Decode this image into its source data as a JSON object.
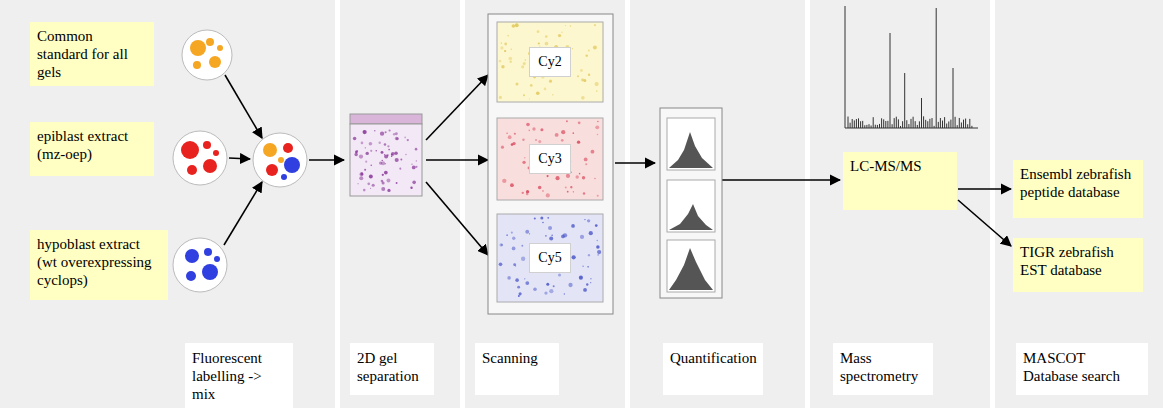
{
  "diagram": {
    "nodes": [
      {
        "text": [
          "Common standard for all gels"
        ]
      },
      {
        "text": [
          "epiblast extract (mz-oep)"
        ]
      },
      {
        "text": [
          "hypoblast extract (wt overexpressing cyclops)"
        ]
      },
      {
        "text": [
          "Cy2"
        ]
      },
      {
        "text": [
          "Cy3"
        ]
      },
      {
        "text": [
          "Cy5"
        ]
      },
      {
        "text": [
          "LC-MS/MS"
        ]
      },
      {
        "text": [
          "Ensembl zebrafish peptide database"
        ]
      },
      {
        "text": [
          "TIGR zebrafish EST database"
        ]
      },
      {
        "text": [
          "Fluorescent labelling -> mix"
        ]
      },
      {
        "text": [
          "2D gel separation"
        ]
      },
      {
        "text": [
          "Scanning"
        ]
      },
      {
        "text": [
          "Quantification"
        ]
      },
      {
        "text": [
          "Mass spectrometry"
        ]
      },
      {
        "text": [
          "MASCOT Database search"
        ]
      }
    ],
    "edges": [
      {
        "from": 6,
        "to": 7,
        "arrow": "to"
      },
      {
        "from": 6,
        "to": 8,
        "arrow": "to"
      }
    ]
  }
}
